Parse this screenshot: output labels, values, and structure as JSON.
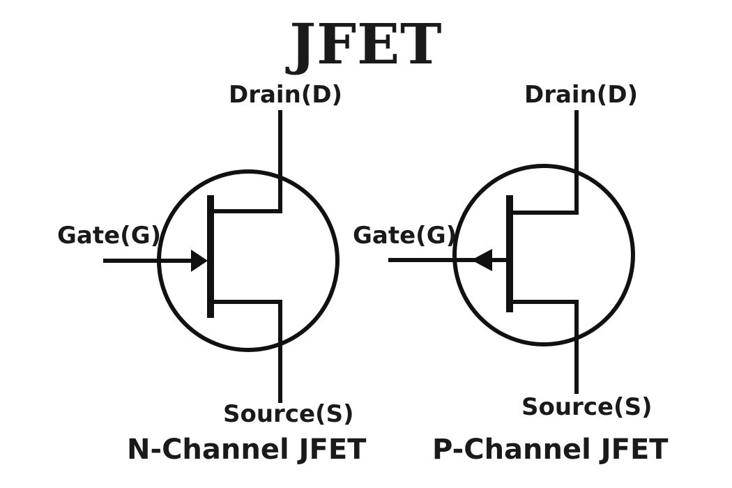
{
  "title": "JFET",
  "symbols": [
    {
      "id": "n-channel",
      "caption": "N-Channel JFET",
      "gate_label": "Gate(G)",
      "drain_label": "Drain(D)",
      "source_label": "Source(S)",
      "arrow_direction": "inward"
    },
    {
      "id": "p-channel",
      "caption": "P-Channel JFET",
      "gate_label": "Gate(G)",
      "drain_label": "Drain(D)",
      "source_label": "Source(S)",
      "arrow_direction": "outward"
    }
  ]
}
